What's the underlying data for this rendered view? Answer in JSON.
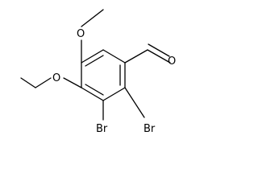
{
  "molecule": {
    "atoms": {
      "oxygen_aldehyde": "O",
      "oxygen_ethoxy": "O",
      "oxygen_methoxy": "O",
      "bromine_left": "Br",
      "bromine_right": "Br"
    }
  },
  "colors": {
    "bond": "#000000",
    "label": "#000000",
    "background": "#ffffff"
  }
}
